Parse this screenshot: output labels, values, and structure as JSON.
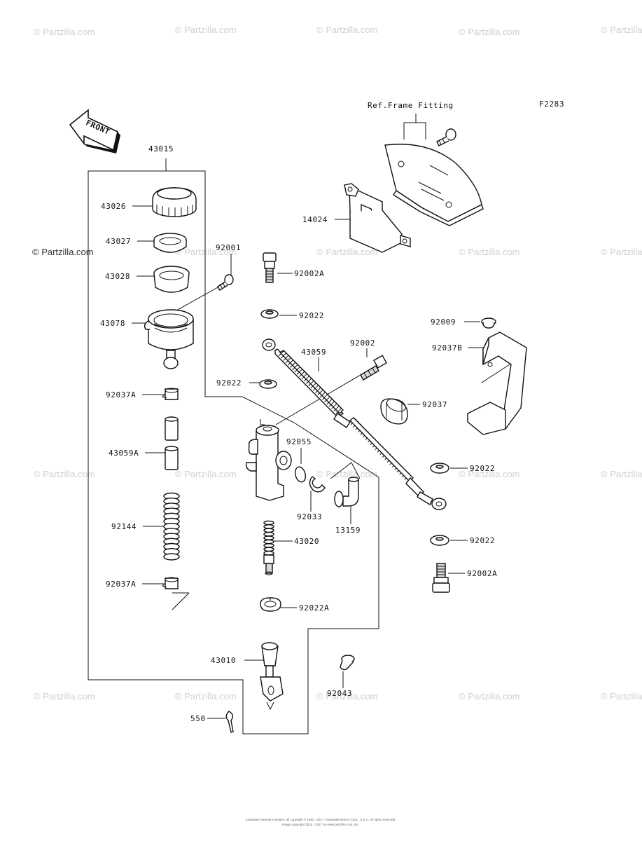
{
  "watermark": {
    "text": "© Partzilla.com"
  },
  "diagram_code": "F2283",
  "ref_label": "Ref.Frame Fitting",
  "front_label": "FRONT",
  "parts": {
    "p43015": "43015",
    "p43026": "43026",
    "p43027": "43027",
    "p43028": "43028",
    "p43078": "43078",
    "p92037A_top": "92037A",
    "p43059A": "43059A",
    "p92144": "92144",
    "p92037A_bottom": "92037A",
    "p92001": "92001",
    "p92002A_top": "92002A",
    "p92022_a": "92022",
    "p43059": "43059",
    "p92002": "92002",
    "p92022_b": "92022",
    "p92055": "92055",
    "p92033": "92033",
    "p13159": "13159",
    "p43020": "43020",
    "p92022A": "92022A",
    "p43010": "43010",
    "p550": "550",
    "p92043": "92043",
    "p14024": "14024",
    "p92009": "92009",
    "p92037B": "92037B",
    "p92037": "92037",
    "p92022_c": "92022",
    "p92022_d": "92022",
    "p92002A_bottom": "92002A"
  },
  "footer": {
    "line1": "Kawasaki material is written, all copyright © 1992 - 2017, Kawasaki Motors Corp., U.S.A. All rights reserved.",
    "line2": "Image copyright 2015 - 2017 by www.partzilla.com, Inc."
  }
}
